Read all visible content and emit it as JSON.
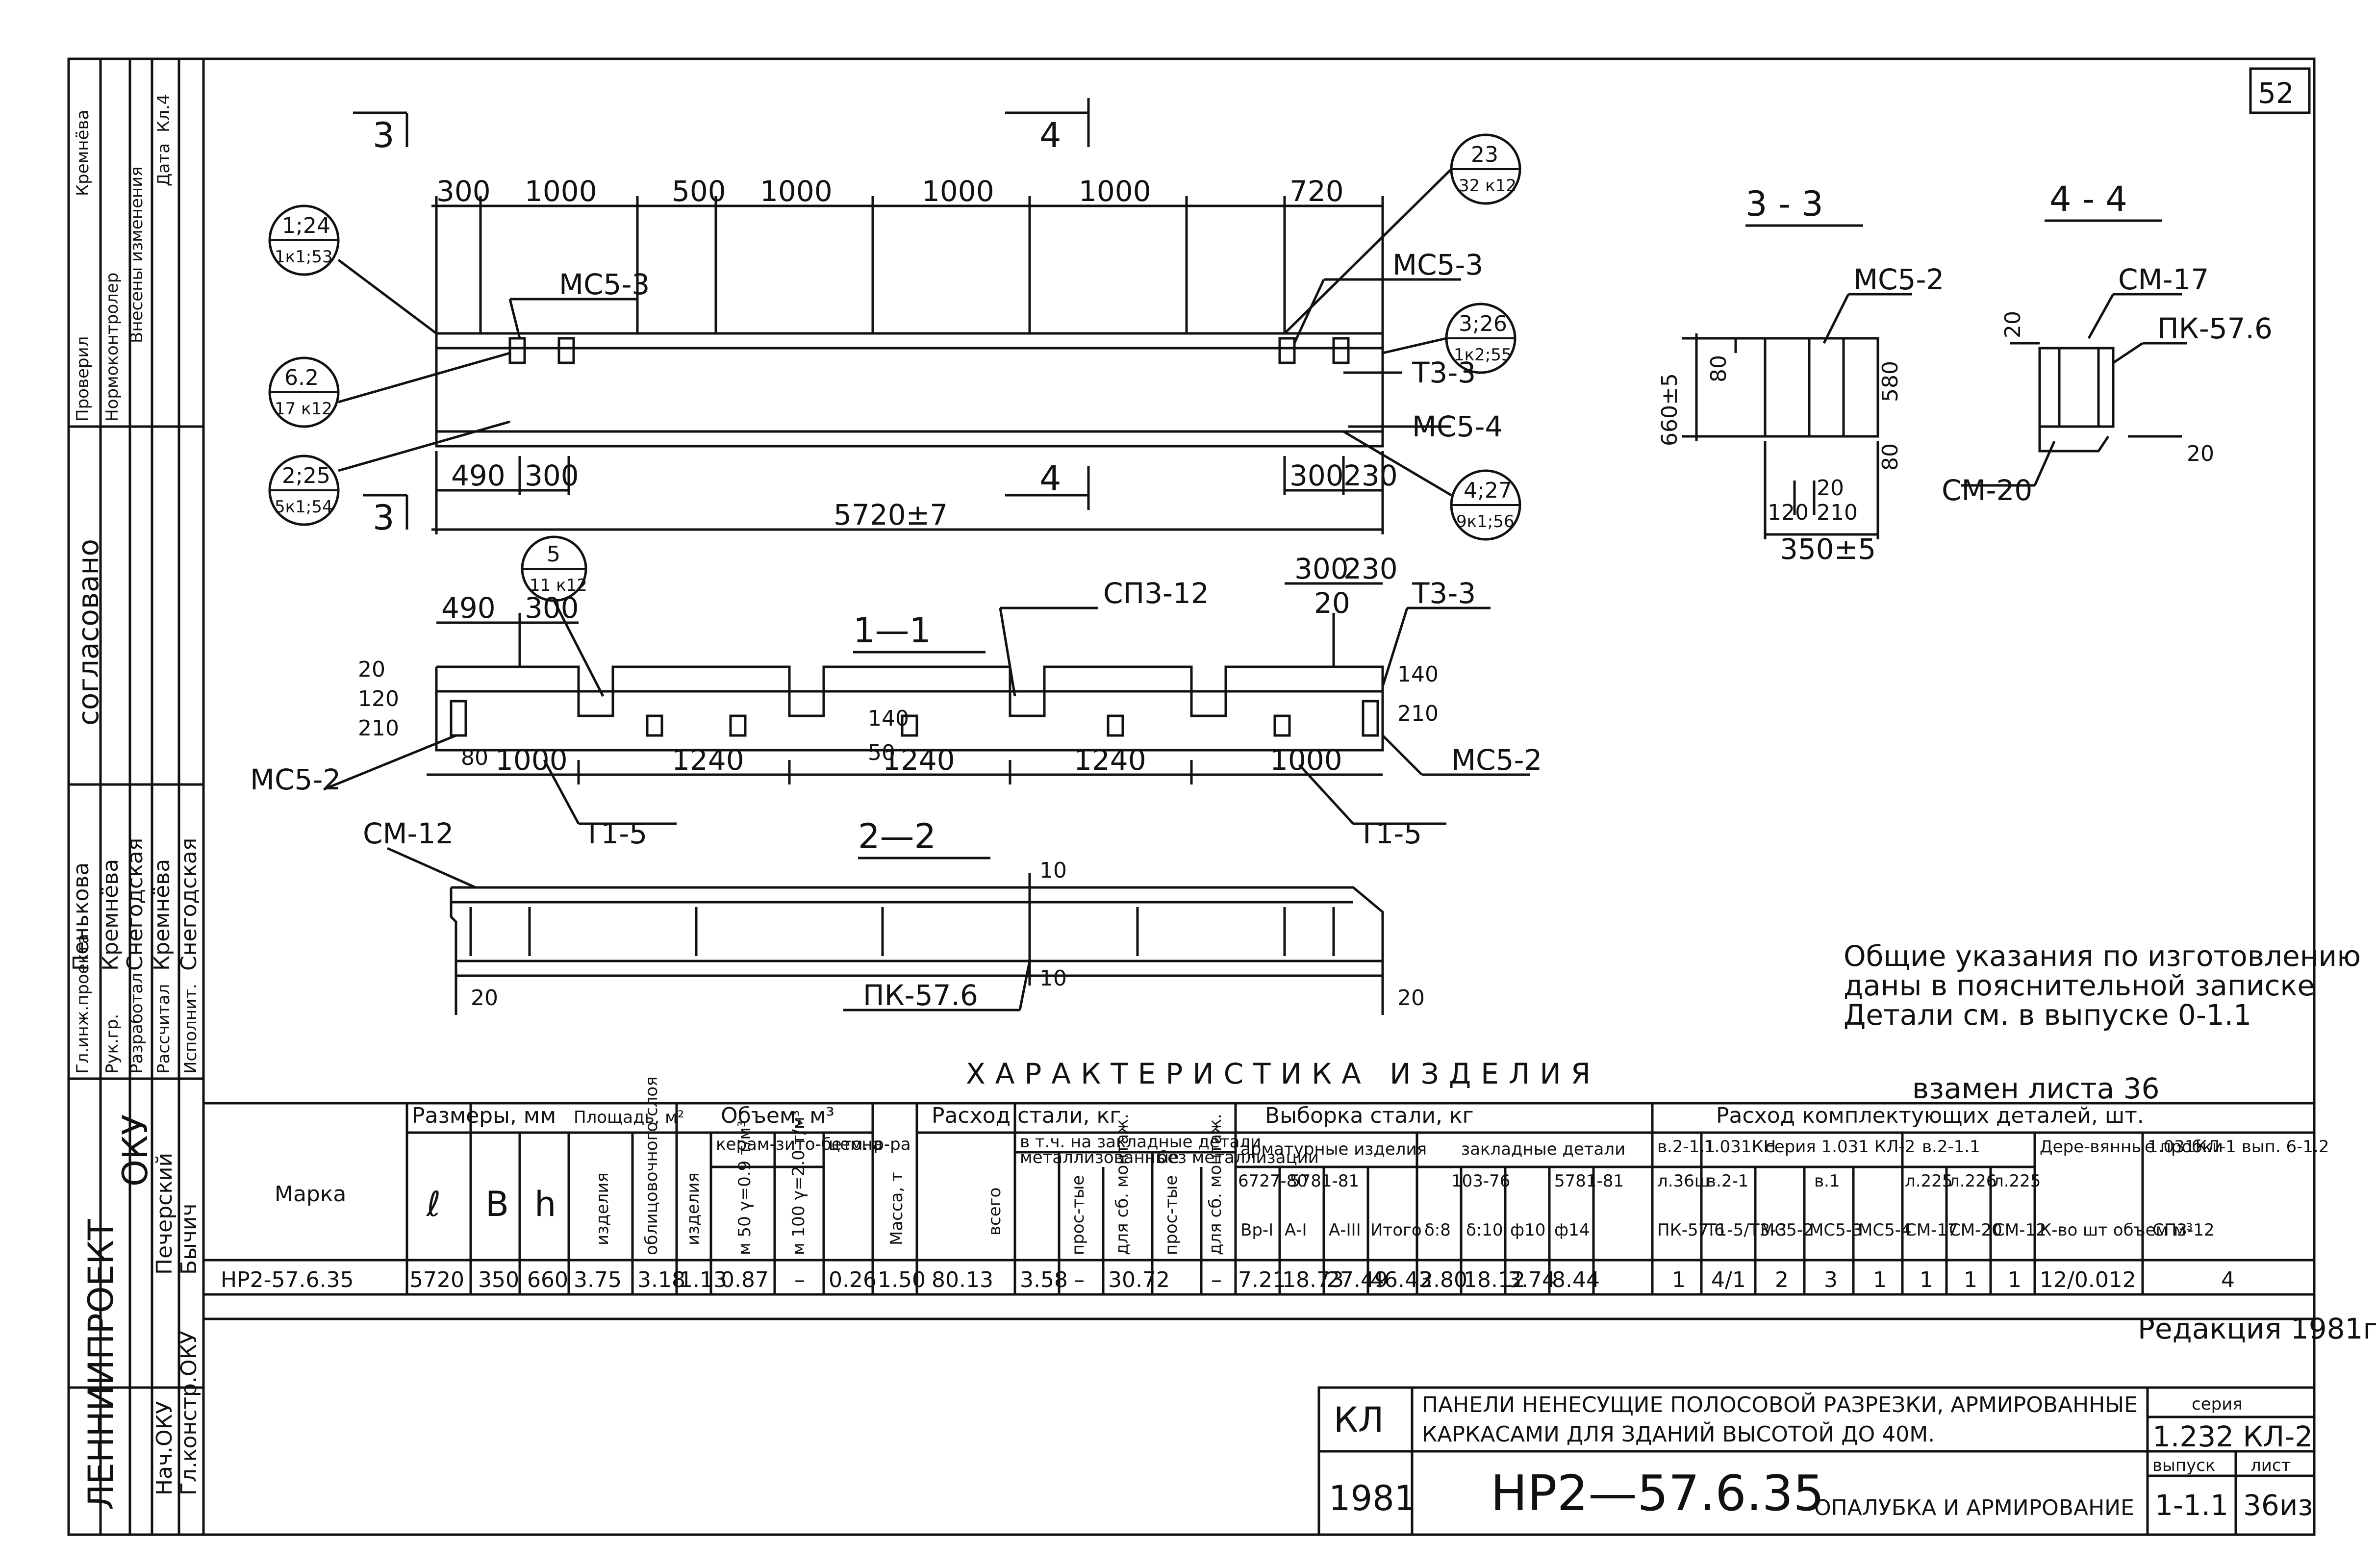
{
  "sheet": {
    "page_number": "52",
    "org": "ЛЕННИИПРОЕКТ",
    "org_sub": "ОКУ",
    "side_roles": [
      "Гл.инж.проекта",
      "Рук.гр.",
      "Разработал",
      "Рассчитал",
      "Исполнит."
    ],
    "side_names": [
      "Пенькова",
      "Кремнёва",
      "Снегодская",
      "Кремнёва",
      "Снегодская"
    ],
    "side_top": [
      "Проверил",
      "Нормоконтролер",
      "Внесены изменения",
      "Дата",
      "Кремнёва",
      "Кл.4"
    ],
    "side_heads": [
      "согласовано"
    ],
    "bottom_roles": [
      "Нач.ОКУ",
      "Гл.констр.ОКУ"
    ],
    "bottom_names": [
      "Печерский",
      "Бычич"
    ]
  },
  "drawing": {
    "sec33": "3 - 3",
    "sec44": "4 - 4",
    "sec11": "1—1",
    "sec22": "2—2",
    "cut3": "3",
    "cut4": "4",
    "top_dims": [
      "300",
      "1000",
      "500",
      "1000",
      "1000",
      "1000",
      "720"
    ],
    "dim_490": "490",
    "dim_300": "300",
    "dim_300b": "300",
    "dim_230": "230",
    "dim_total": "5720±7",
    "ms53_a": "МС5-3",
    "ms53_b": "МС5-3",
    "ms54": "МС5-4",
    "t33": "Т3-3",
    "callouts": [
      {
        "top": "1;24",
        "bot": "1к1;53"
      },
      {
        "top": "6.2",
        "bot": "17 к12"
      },
      {
        "top": "2;25",
        "bot": "5к1;54"
      },
      {
        "top": "23",
        "bot": "32 к12"
      },
      {
        "top": "3;26",
        "bot": "1к2;55"
      },
      {
        "top": "4;27",
        "bot": "9к1;56"
      },
      {
        "top": "5",
        "bot": "11 к12"
      }
    ],
    "s11_dims": {
      "d490": "490",
      "d300": "300",
      "d300b": "300",
      "d230": "230",
      "d20": "20",
      "d120": "120",
      "d210": "210",
      "d20b": "20",
      "d140": "140",
      "d210b": "210",
      "d50": "50",
      "d140b": "140",
      "d80": "80",
      "d1000a": "1000",
      "d1240a": "1240",
      "d1240b": "1240",
      "d1240c": "1240",
      "d1000b": "1000"
    },
    "s11_labels": {
      "sp": "СП3-12",
      "t33": "Т3-3",
      "ms52a": "МС5-2",
      "ms52b": "МС5-2",
      "t15a": "Т1-5",
      "t15b": "Т1-5"
    },
    "s22_labels": {
      "cm12": "СМ-12",
      "pk": "ПК-57.6",
      "d10a": "10",
      "d10b": "10",
      "d20a": "20",
      "d20b": "20"
    },
    "s33_labels": {
      "ms52": "МС5-2",
      "h660": "660±5",
      "h80a": "80",
      "h580": "580",
      "h80b": "80",
      "w120": "120",
      "w20": "20",
      "w210": "210",
      "w350": "350±5"
    },
    "s44_labels": {
      "cm17": "СМ-17",
      "pk": "ПК-57.6",
      "cm20": "СМ-20",
      "d20": "20",
      "d20b": "20"
    },
    "notes": [
      "Общие указания по изготовлению",
      "даны в пояснительной записке",
      "Детали см. в выпуске 0-1.1"
    ]
  },
  "table": {
    "title": "ХАРАКТЕРИСТИКА ИЗДЕЛИЯ",
    "ref_note": "взамен листа 36",
    "h_marka": "Марка",
    "h_razm": "Размеры, мм",
    "h_l": "ℓ",
    "h_b": "В",
    "h_h": "h",
    "h_plosh": "Площадь, м²",
    "h_izd": "изделия",
    "h_obl": "облицовочного слоя",
    "h_obem": "Объем, м³",
    "h_obem_izd": "изделия",
    "h_keram": "керам-зито-бетона",
    "h_cem": "цем. р-ра",
    "h_k1": "м 50 γ=0.9 т/м³",
    "h_k2": "м 100 γ=2.0 т/м³",
    "h_massa": "Масса, т",
    "h_rash": "Расход стали, кг",
    "h_vsego": "всего",
    "h_vtch": "в т.ч. на закладные детали",
    "h_metal": "металлизованные",
    "h_bez": "без металлизации",
    "h_prost1": "прос-тые",
    "h_dlya1": "для сб. монтаж.",
    "h_prost2": "прос-тые",
    "h_dlya2": "для сб. монтаж.",
    "h_vyb": "Выборка стали, кг",
    "h_arm": "арматурные изделия",
    "h_zakl": "закладные детали",
    "h_g1": "6727-80",
    "h_g2": "5781-81",
    "h_g3": "103-76",
    "h_g4": "5781-81",
    "h_vr": "Вр-I",
    "h_a1": "А-I",
    "h_a3": "А-III",
    "h_itogo": "Итого",
    "h_d8": "δ:8",
    "h_d10": "δ:10",
    "h_f10": "ф10",
    "h_f14": "ф14",
    "h_komp": "Расход комплектующих деталей, шт.",
    "h_v21": "в.2-1.1",
    "h_v36": "л.36ш",
    "h_pk": "ПК-57.6",
    "h_1031": "1.031КН",
    "h_v21b": "в.2-1",
    "h_t15": "Т1-5/Т3-3",
    "h_seria": "серия 1.031 КЛ-2",
    "h_v1": "в.1",
    "h_ms52": "МС5-2",
    "h_ms53": "МС5-3",
    "h_ms54": "МС5-4",
    "h_v214": "в.2-1.1",
    "h_l225": "л.225",
    "h_l226": "л.226",
    "h_l225b": "л.225",
    "h_cm17": "СМ-17",
    "h_cm20": "СМ-20",
    "h_cm12": "СМ-12",
    "h_der": "Дере-вянные пробки",
    "h_kvo": "К-во шт объем м³",
    "h_1031b": "1.031КЛ-1 вып. 6-1.2",
    "h_sp": "СП3-12",
    "row": {
      "marka": "НР2-57.6.35",
      "l": "5720",
      "b": "350",
      "h": "660",
      "pl_izd": "3.75",
      "pl_obl": "3.18",
      "ob_izd": "1.13",
      "ob_k1": "0.87",
      "ob_k2": "–",
      "ob_cem": "0.26",
      "massa": "1.50",
      "vsego": "80.13",
      "m_prost": "3.58",
      "m_dlya": "–",
      "b_prost": "30.72",
      "b_dlya": "–",
      "vr": "7.21",
      "a1": "18.73",
      "a3": "27.49",
      "itogo": "46.43",
      "d8": "2.80",
      "d10": "18.12",
      "f10": "3.74",
      "f14": "8.44",
      "pk": "1",
      "t15": "4/1",
      "ms52": "2",
      "ms53": "3",
      "ms54": "1",
      "cm17": "1",
      "cm20": "1",
      "cm12": "1",
      "der": "12/0.012",
      "sp": "4"
    },
    "redaction": "Редакция 1981г"
  },
  "title_block": {
    "kl": "КЛ",
    "year": "1981",
    "desc1": "ПАНЕЛИ НЕНЕСУЩИЕ ПОЛОСОВОЙ РАЗРЕЗКИ, АРМИРОВАННЫЕ",
    "desc2": "КАРКАСАМИ ДЛЯ ЗДАНИЙ ВЫСОТОЙ ДО 40М.",
    "mark": "НР2—57.6.35",
    "sub": "ОПАЛУБКА И АРМИРОВАНИЕ",
    "seria_l": "серия",
    "seria": "1.232 КЛ-2",
    "vyp_l": "выпуск",
    "vyp": "1-1.1",
    "list_l": "лист",
    "list": "36из"
  }
}
